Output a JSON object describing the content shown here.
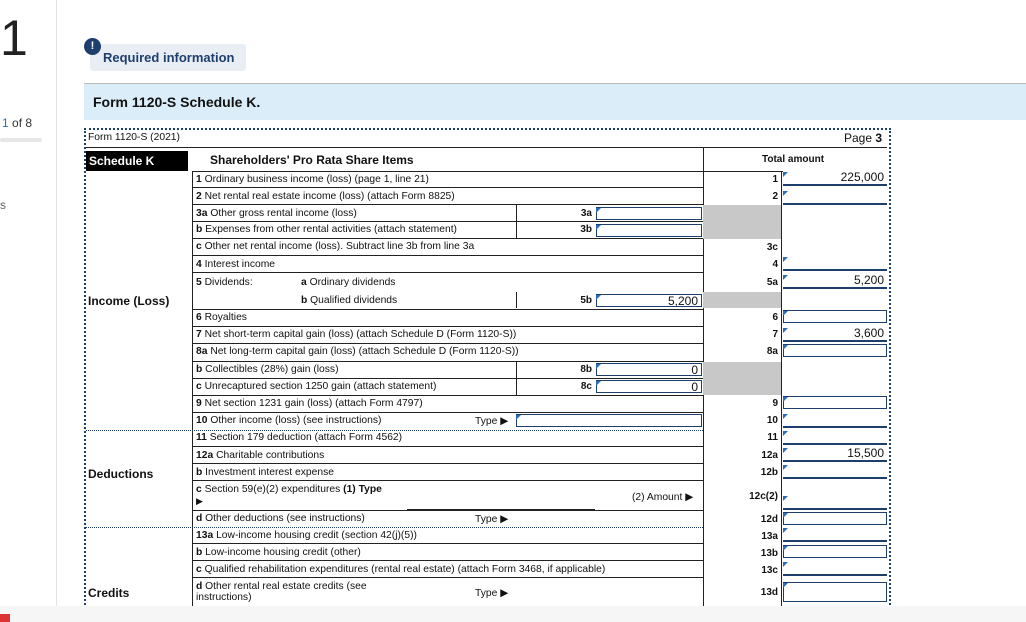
{
  "question": {
    "number": "1",
    "pager_current": "1",
    "pager_total": "of 8",
    "left_fragment": "s"
  },
  "notice": {
    "label": "Required information",
    "icon": "!"
  },
  "header": {
    "title": "Form 1120-S Schedule K."
  },
  "form": {
    "form_id": "Form 1120-S (2021)",
    "page": "Page",
    "page_num": "3",
    "schedule": "Schedule K",
    "heading": "Shareholders' Pro Rata Share Items",
    "total_label": "Total amount",
    "sections": {
      "income": "Income (Loss)",
      "deductions": "Deductions",
      "credits": "Credits"
    },
    "lines": [
      {
        "num": "1",
        "label": "Ordinary business income (loss) (page 1, line 21)"
      },
      {
        "num": "2",
        "label": "Net rental real estate income (loss) (attach Form 8825)"
      },
      {
        "num": "3a",
        "label": "Other gross rental income (loss)"
      },
      {
        "num": "b",
        "label": "Expenses from other rental activities (attach statement)"
      },
      {
        "num": "c",
        "label": "Other net rental income (loss). Subtract line 3b from line 3a"
      },
      {
        "num": "4",
        "label": "Interest income"
      },
      {
        "num": "5",
        "label": "Dividends:"
      },
      {
        "num": "a",
        "label": "Ordinary dividends"
      },
      {
        "num": "b",
        "label": "Qualified dividends"
      },
      {
        "num": "6",
        "label": "Royalties"
      },
      {
        "num": "7",
        "label": "Net short-term capital gain (loss) (attach Schedule D (Form 1120-S))"
      },
      {
        "num": "8a",
        "label": "Net long-term capital gain (loss) (attach Schedule D (Form 1120-S))"
      },
      {
        "num": "b",
        "label": "Collectibles (28%) gain (loss)"
      },
      {
        "num": "c",
        "label": "Unrecaptured section 1250 gain (attach statement)"
      },
      {
        "num": "9",
        "label": "Net section 1231 gain (loss) (attach Form 4797)"
      },
      {
        "num": "10",
        "label": "Other income (loss) (see instructions)"
      },
      {
        "num": "11",
        "label": "Section 179 deduction (attach Form 4562)"
      },
      {
        "num": "12a",
        "label": "Charitable contributions"
      },
      {
        "num": "b",
        "label": "Investment interest expense"
      },
      {
        "num": "c",
        "label": "Section 59(e)(2) expenditures"
      },
      {
        "num": "d",
        "label": "Other deductions (see instructions)"
      },
      {
        "num": "13a",
        "label": "Low-income housing credit (section 42(j)(5))"
      },
      {
        "num": "b",
        "label": "Low-income housing credit (other)"
      },
      {
        "num": "c",
        "label": "Qualified rehabilitation expenditures (rental real estate) (attach Form 3468, if applicable)"
      },
      {
        "num": "d",
        "label": "Other rental real estate credits (see instructions)"
      }
    ],
    "type_label": "Type",
    "type_label_12c": "(1) Type",
    "amount_label_12c": "(2) Amount",
    "arrow": "▶",
    "codes": {
      "l1": "1",
      "l2": "2",
      "l3a": "3a",
      "l3b": "3b",
      "l3c": "3c",
      "l4": "4",
      "l5a": "5a",
      "l5b": "5b",
      "l6": "6",
      "l7": "7",
      "l8a": "8a",
      "l8b": "8b",
      "l8c": "8c",
      "l9": "9",
      "l10": "10",
      "l11": "11",
      "l12a": "12a",
      "l12b": "12b",
      "l12c2": "12c(2)",
      "l12d": "12d",
      "l13a": "13a",
      "l13b": "13b",
      "l13c": "13c",
      "l13d": "13d"
    },
    "values": {
      "l1": "225,000",
      "l5a": "5,200",
      "l5b": "5,200",
      "l7": "3,600",
      "l8b": "0",
      "l8c": "0",
      "l12a": "15,500"
    }
  }
}
